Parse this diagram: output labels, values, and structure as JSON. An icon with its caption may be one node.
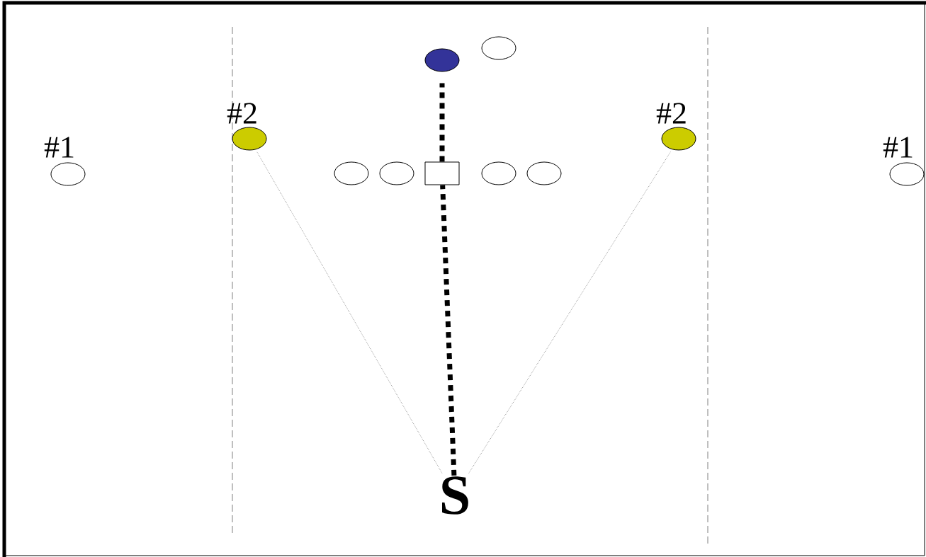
{
  "diagram": {
    "nodes": [
      {
        "text": [],
        "shape": "circle"
      },
      {
        "text": [],
        "shape": "circle"
      },
      {
        "text": [
          "#2"
        ]
      },
      {
        "text": [
          "#2"
        ]
      },
      {
        "text": [
          "#1"
        ]
      },
      {
        "text": [
          "#1"
        ]
      },
      {
        "text": [],
        "shape": "circle"
      },
      {
        "text": [],
        "shape": "circle"
      },
      {
        "text": [],
        "shape": "box"
      },
      {
        "text": [],
        "shape": "circle"
      },
      {
        "text": [],
        "shape": "circle"
      },
      {
        "text": [
          "S"
        ]
      }
    ],
    "edges": [
      {
        "from": 11,
        "to": 8,
        "arrow": "none",
        "style": "dashed",
        "color": "#000000"
      },
      {
        "from": 8,
        "to": 0,
        "arrow": "none",
        "style": "dashed",
        "color": "#000000"
      },
      {
        "from": 11,
        "to": 2,
        "arrow": "none",
        "style": "dashed",
        "color": "#808080"
      },
      {
        "from": 11,
        "to": 3,
        "arrow": "none",
        "style": "dashed",
        "color": "#808080"
      }
    ]
  }
}
